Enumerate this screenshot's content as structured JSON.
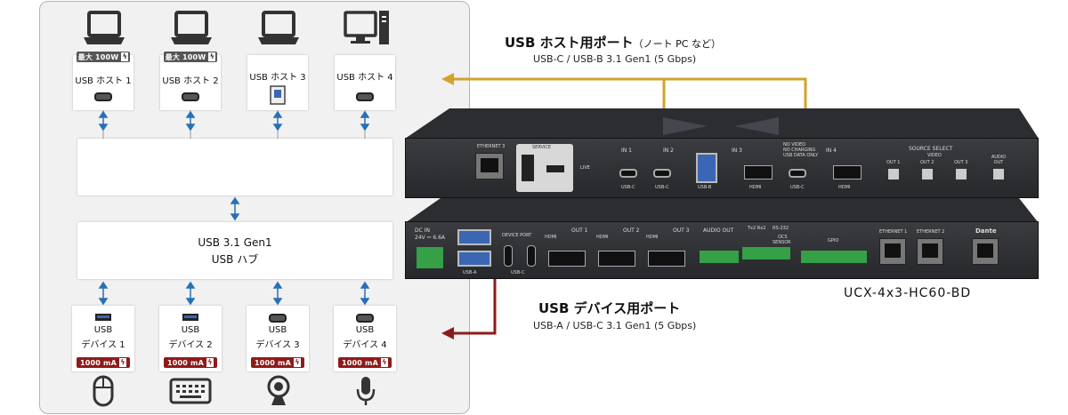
{
  "hosts": [
    {
      "label": "USB ホスト 1",
      "icon": "laptop-icon",
      "power": "最大 100W",
      "port": "usb-c"
    },
    {
      "label": "USB ホスト 2",
      "icon": "laptop-icon",
      "power": "最大 100W",
      "port": "usb-c"
    },
    {
      "label": "USB ホスト 3",
      "icon": "laptop-icon",
      "power": "",
      "port": "usb-b"
    },
    {
      "label": "USB ホスト 4",
      "icon": "desktop-pc-icon",
      "power": "",
      "port": "usb-c"
    }
  ],
  "hub": {
    "line1": "USB 3.1 Gen1",
    "line2": "USB ハブ"
  },
  "devices": [
    {
      "label1": "USB",
      "label2": "デバイス 1",
      "power": "1000 mA",
      "icon": "mouse-icon",
      "port": "usb-a"
    },
    {
      "label1": "USB",
      "label2": "デバイス 2",
      "power": "1000 mA",
      "icon": "keyboard-icon",
      "port": "usb-a"
    },
    {
      "label1": "USB",
      "label2": "デバイス 3",
      "power": "1000 mA",
      "icon": "webcam-icon",
      "port": "usb-c"
    },
    {
      "label1": "USB",
      "label2": "デバイス 4",
      "power": "1000 mA",
      "icon": "microphone-icon",
      "port": "usb-c"
    }
  ],
  "host_ports": {
    "title": "USB ホスト用ポート",
    "title_note": "（ノート PC など）",
    "spec": "USB-C / USB-B 3.1 Gen1 (5 Gbps)",
    "color": "#d2a32b"
  },
  "device_ports": {
    "title": "USB デバイス用ポート",
    "spec": "USB-A / USB-C 3.1 Gen1 (5 Gbps)",
    "color": "#8e1b1b"
  },
  "model": "UCX-4x3-HC60-BD",
  "top_unit": {
    "ethernet": "ETHERNET 3",
    "service": "SERVICE",
    "live": "LIVE",
    "in1": "IN 1",
    "in2": "IN 2",
    "in3": "IN 3",
    "in4": "IN 4",
    "usbc": "USB-C",
    "usbb": "USB-B",
    "hdmi": "HDMI",
    "novideo": [
      "NO VIDEO",
      "NO CHARGING",
      "USB DATA ONLY"
    ],
    "source_select": "SOURCE SELECT",
    "video": "VIDEO",
    "out1": "OUT 1",
    "out2": "OUT 2",
    "out3": "OUT 3",
    "audio_out": "AUDIO OUT"
  },
  "bottom_unit": {
    "dcin": "DC IN",
    "dcspec": "24V ⎓ 6.6A",
    "usba": "USB-A",
    "device_port": "DEVICE PORT",
    "usbc": "USB-C",
    "hdmi": "HDMI",
    "out1": "OUT 1",
    "out2": "OUT 2",
    "out3": "OUT 3",
    "audio_out": "AUDIO OUT",
    "txrx": "Tx2 Rx2",
    "rs232": "RS-232",
    "ocs": "OCS",
    "sensor": "SENSOR",
    "gpio": "GPIO",
    "eth1": "ETHERNET 1",
    "eth2": "ETHERNET 2",
    "dante": "Dante"
  }
}
